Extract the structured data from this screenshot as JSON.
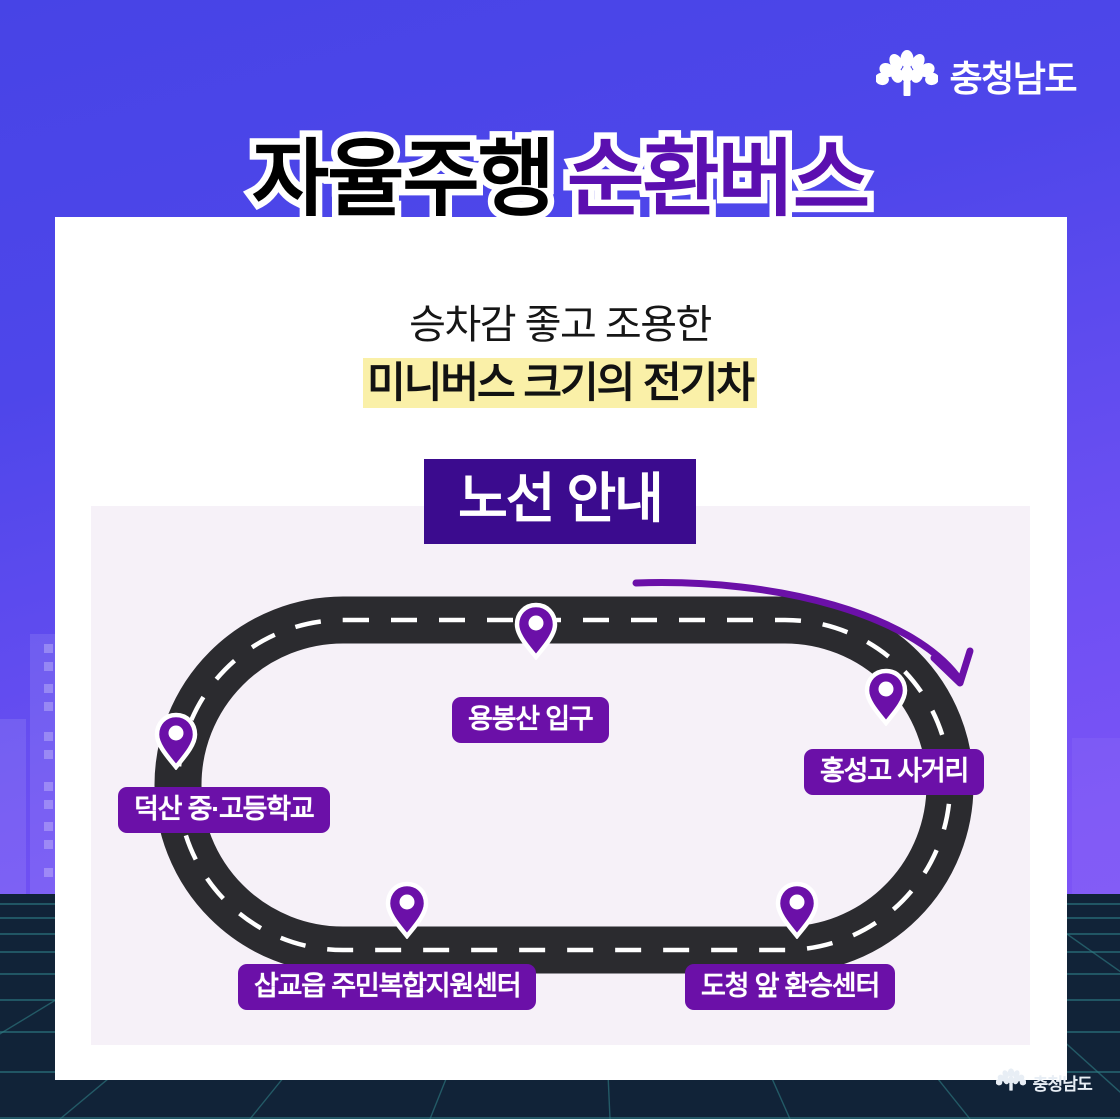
{
  "brand": {
    "name": "충청남도",
    "logo_icon": "chungnam-flower-logo-icon",
    "blue": "#4744e6",
    "purple": "#6b10a8",
    "deep_purple": "#3b0b8e",
    "highlight_yellow": "#faf0a8",
    "road_dark": "#2b2b2f",
    "panel_bg": "#f6f1f8"
  },
  "title": {
    "part1": "자율주행",
    "part2": "순환버스"
  },
  "subtitle": {
    "line1": "승차감 좋고 조용한",
    "line2": "미니버스 크기의 전기차"
  },
  "route_badge": {
    "label": "노선 안내"
  },
  "map": {
    "direction_arrow_icon": "curved-arrow-clockwise-icon",
    "stops": [
      {
        "id": "yongbongsan",
        "label": "용봉산 입구",
        "pin_icon": "map-pin-icon"
      },
      {
        "id": "hongseonggo",
        "label": "홍성고 사거리",
        "pin_icon": "map-pin-icon"
      },
      {
        "id": "deoksan",
        "label": "덕산 중·고등학교",
        "pin_icon": "map-pin-icon"
      },
      {
        "id": "sapgyo",
        "label": "삽교읍 주민복합지원센터",
        "pin_icon": "map-pin-icon"
      },
      {
        "id": "docheong",
        "label": "도청 앞 환승센터",
        "pin_icon": "map-pin-icon"
      }
    ]
  },
  "footer": {
    "name": "충청남도",
    "logo_icon": "chungnam-flower-logo-icon"
  }
}
